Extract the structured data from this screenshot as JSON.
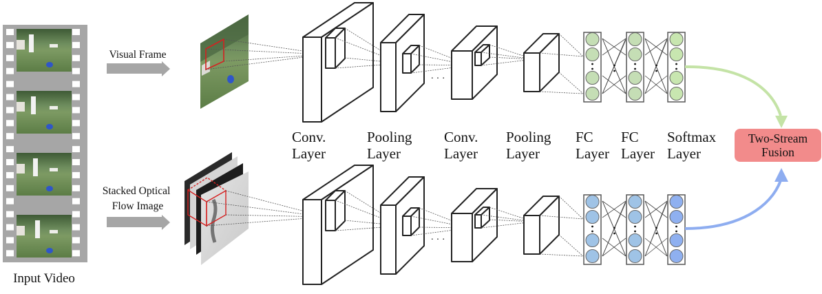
{
  "input": {
    "label": "Input Video",
    "frame_count": 4
  },
  "streams": [
    {
      "id": "spatial",
      "input_label": [
        "Visual Frame"
      ],
      "node_color": "#c5deb5",
      "softmax_color": "#c8e6b0",
      "arrow_color": "#c4e3a6"
    },
    {
      "id": "temporal",
      "input_label": [
        "Stacked Optical",
        "Flow Image"
      ],
      "node_color": "#9fc3e6",
      "softmax_color": "#8fb0f0",
      "arrow_color": "#8eadf0"
    }
  ],
  "layers": [
    {
      "line1": "Conv.",
      "line2": "Layer"
    },
    {
      "line1": "Pooling",
      "line2": "Layer"
    },
    {
      "line1": "Conv.",
      "line2": "Layer"
    },
    {
      "line1": "Pooling",
      "line2": "Layer"
    },
    {
      "line1": "FC",
      "line2": "Layer"
    },
    {
      "line1": "FC",
      "line2": "Layer"
    },
    {
      "line1": "Softmax",
      "line2": "Layer"
    }
  ],
  "ellipsis": "· · ·",
  "fusion": {
    "line1": "Two-Stream",
    "line2": "Fusion",
    "color": "#f28b8b"
  },
  "colors": {
    "film": "#a6a6a6",
    "arrow": "#a6a6a6",
    "highlight": "#d62020"
  }
}
